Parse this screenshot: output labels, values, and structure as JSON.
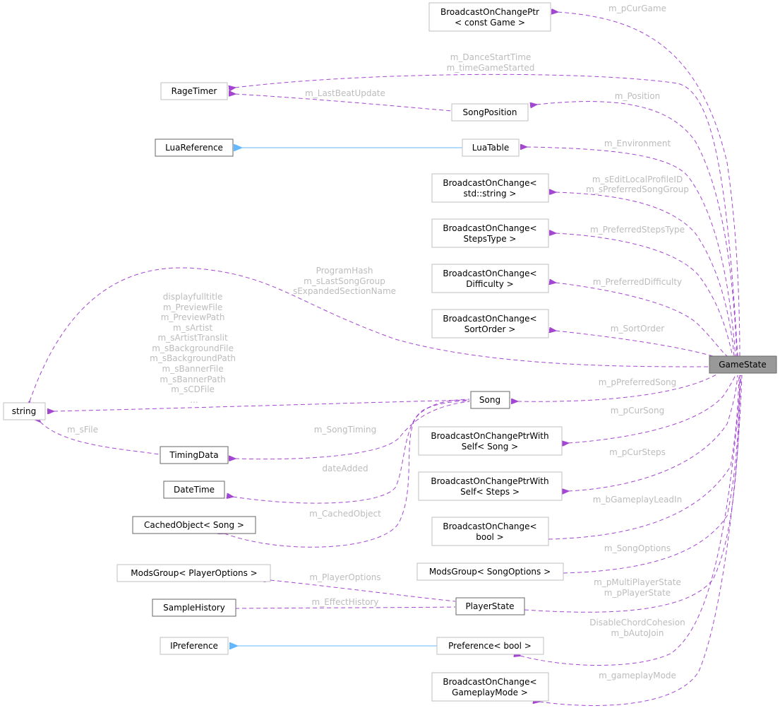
{
  "diagram": {
    "title": "GameState",
    "colors": {
      "usage_edge": "#9a32cd",
      "inherit_edge": "#63b8ff",
      "label_text": "#bcbcbc",
      "main_node_fill": "#999999"
    },
    "nodes": {
      "gamestate": "GameState",
      "bocp_game": [
        "BroadcastOnChangePtr",
        "< const Game >"
      ],
      "ragetimer": "RageTimer",
      "songposition": "SongPosition",
      "luareference": "LuaReference",
      "luatable": "LuaTable",
      "boc_string": [
        "BroadcastOnChange<",
        "std::string >"
      ],
      "boc_stepstype": [
        "BroadcastOnChange<",
        "StepsType >"
      ],
      "boc_difficulty": [
        "BroadcastOnChange<",
        "Difficulty >"
      ],
      "boc_sortorder": [
        "BroadcastOnChange<",
        "SortOrder >"
      ],
      "string": "string",
      "song": "Song",
      "timingdata": "TimingData",
      "datetime": "DateTime",
      "cachedobject": "CachedObject< Song >",
      "bocpws_song": [
        "BroadcastOnChangePtrWith",
        "Self< Song >"
      ],
      "bocpws_steps": [
        "BroadcastOnChangePtrWith",
        "Self< Steps >"
      ],
      "boc_bool": [
        "BroadcastOnChange<",
        "bool >"
      ],
      "modsgroup_songoptions": "ModsGroup< SongOptions >",
      "modsgroup_playeroptions": "ModsGroup< PlayerOptions >",
      "samplehistory": "SampleHistory",
      "playerstate": "PlayerState",
      "ipreference": "IPreference",
      "preference_bool": "Preference< bool >",
      "boc_gameplaymode": [
        "BroadcastOnChange<",
        "GameplayMode >"
      ]
    },
    "edge_labels": {
      "pcurgame": [
        "m_pCurGame"
      ],
      "ragetimer_gs": [
        "m_DanceStartTime",
        "m_timeGameStarted"
      ],
      "lastbeat": [
        "m_LastBeatUpdate"
      ],
      "position": [
        "m_Position"
      ],
      "environment": [
        "m_Environment"
      ],
      "string_profile": [
        "m_sEditLocalProfileID",
        "m_sPreferredSongGroup"
      ],
      "stepstype": [
        "m_PreferredStepsType"
      ],
      "programhash": [
        "ProgramHash",
        "m_sLastSongGroup",
        "sExpandedSectionName"
      ],
      "difficulty": [
        "m_PreferredDifficulty"
      ],
      "sortorder": [
        "m_SortOrder"
      ],
      "song_strings": [
        "displayfulltitle",
        "m_PreviewFile",
        "m_PreviewPath",
        "m_sArtist",
        "m_sArtistTranslit",
        "m_sBackgroundFile",
        "m_sBackgroundPath",
        "m_sBannerFile",
        "m_sBannerPath",
        "m_sCDFile",
        "..."
      ],
      "preferredsong": [
        "m_pPreferredSong"
      ],
      "sfile": [
        "m_sFile"
      ],
      "songtiming": [
        "m_SongTiming"
      ],
      "cursong": [
        "m_pCurSong"
      ],
      "dateadded": [
        "dateAdded"
      ],
      "cursteps": [
        "m_pCurSteps"
      ],
      "cachedobject": [
        "m_CachedObject"
      ],
      "leadin": [
        "m_bGameplayLeadIn"
      ],
      "songoptions": [
        "m_SongOptions"
      ],
      "playeroptions": [
        "m_PlayerOptions"
      ],
      "playerstate": [
        "m_pMultiPlayerState",
        "m_pPlayerState"
      ],
      "effecthistory": [
        "m_EffectHistory"
      ],
      "autojoin": [
        "DisableChordCohesion",
        "m_bAutoJoin"
      ],
      "gameplaymode": [
        "m_gameplayMode"
      ]
    }
  }
}
